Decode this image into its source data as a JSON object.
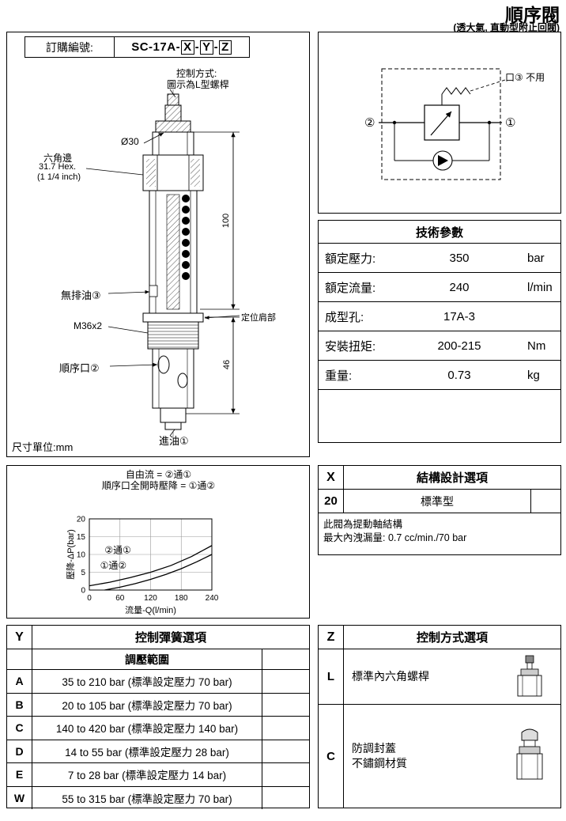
{
  "page": {
    "title": "順序閥",
    "subtitle": "(透大氣, 直動型附止回閥)"
  },
  "order": {
    "label": "訂購編號:",
    "prefix": "SC-17A-",
    "x": "X",
    "sep1": "-",
    "y": "Y",
    "sep2": "-",
    "z": "Z"
  },
  "drawing": {
    "control_line1": "控制方式:",
    "control_line2": "圖示為L型螺桿",
    "diameter": "Ø30",
    "hex_line1": "六角邊",
    "hex_line2": "31.7 Hex.",
    "hex_line3": "(1 1/4 inch)",
    "port3": "無排油③",
    "thread": "M36x2",
    "port2": "順序口②",
    "shoulder": "定位肩部",
    "port1": "進油①",
    "dim_height": "100",
    "dim_lower": "46",
    "unit_note": "尺寸單位:mm"
  },
  "schematic": {
    "port3_note": "口③ 不用",
    "port2": "②",
    "port1": "①"
  },
  "tech": {
    "header": "技術參數",
    "rows": [
      {
        "label": "額定壓力:",
        "value": "350",
        "unit": "bar"
      },
      {
        "label": "額定流量:",
        "value": "240",
        "unit": "l/min"
      },
      {
        "label": "成型孔:",
        "value": "17A-3",
        "unit": ""
      },
      {
        "label": "安裝扭矩:",
        "value": "200-215",
        "unit": "Nm"
      },
      {
        "label": "重量:",
        "value": "0.73",
        "unit": "kg"
      }
    ]
  },
  "x_options": {
    "key": "X",
    "header": "結構設計選項",
    "row_code": "20",
    "row_label": "標準型",
    "note_line1": "此閥為提動軸結構",
    "note_line2": "最大內洩漏量: 0.7 cc/min./70 bar"
  },
  "y_options": {
    "key": "Y",
    "header": "控制彈簧選項",
    "subheader": "調壓範圍",
    "rows": [
      {
        "code": "A",
        "label": "35 to 210 bar (標準設定壓力 70 bar)"
      },
      {
        "code": "B",
        "label": "20 to 105 bar (標準設定壓力 70 bar)"
      },
      {
        "code": "C",
        "label": "140 to 420 bar (標準設定壓力 140 bar)"
      },
      {
        "code": "D",
        "label": "14 to 55 bar (標準設定壓力 28 bar)"
      },
      {
        "code": "E",
        "label": "7 to 28 bar (標準設定壓力 14 bar)"
      },
      {
        "code": "W",
        "label": "55 to 315 bar (標準設定壓力 70 bar)"
      }
    ]
  },
  "z_options": {
    "key": "Z",
    "header": "控制方式選項",
    "rows": [
      {
        "code": "L",
        "label_line1": "標準內六角螺桿",
        "label_line2": ""
      },
      {
        "code": "C",
        "label_line1": "防調封蓋",
        "label_line2": "不鏽鋼材質"
      }
    ]
  },
  "chart_data": {
    "type": "line",
    "title_lines": [
      "自由流 = ②通①",
      "順序口全開時壓降 = ①通②"
    ],
    "xlabel": "流量-Q(l/min)",
    "ylabel": "壓降-ΔP(bar)",
    "xlim": [
      0,
      240
    ],
    "ylim": [
      0,
      20
    ],
    "xticks": [
      0,
      60,
      120,
      180,
      240
    ],
    "yticks": [
      0,
      5,
      10,
      15,
      20
    ],
    "grid": true,
    "series": [
      {
        "name": "②通①",
        "x": [
          0,
          40,
          80,
          120,
          160,
          200,
          240
        ],
        "y": [
          1.2,
          2.2,
          3.5,
          5,
          6.9,
          9.4,
          12.5
        ]
      },
      {
        "name": "①通②",
        "x": [
          30,
          60,
          90,
          120,
          150,
          180,
          210,
          240
        ],
        "y": [
          0,
          0.8,
          1.8,
          3,
          4.4,
          6,
          7.9,
          10
        ]
      }
    ],
    "annotations": [
      {
        "text": "②通①",
        "x": 56,
        "y": 10.3
      },
      {
        "text": "①通②",
        "x": 47,
        "y": 6.0
      }
    ]
  }
}
